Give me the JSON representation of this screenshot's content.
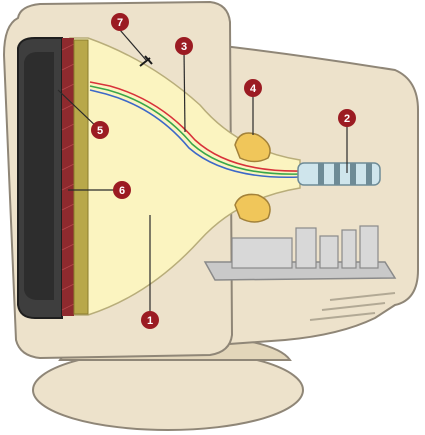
{
  "callouts": [
    {
      "label": "1",
      "part": "vacuum-tube"
    },
    {
      "label": "2",
      "part": "electron-guns"
    },
    {
      "label": "3",
      "part": "electron-beams"
    },
    {
      "label": "4",
      "part": "deflection-coils"
    },
    {
      "label": "5",
      "part": "shadow-mask"
    },
    {
      "label": "6",
      "part": "phosphor-coating"
    },
    {
      "label": "7",
      "part": "anode-connection"
    }
  ],
  "colors": {
    "casing": "#ede2cb",
    "casing_outline": "#8f8677",
    "tube": "#fbf4c0",
    "screen": "#3e3e3e",
    "phosphor": "#8e2a2e",
    "coil": "#f0c65a",
    "callout": "#9b1b22",
    "beam_red": "#d8323a",
    "beam_green": "#3aa64a",
    "beam_blue": "#3c68c8",
    "board": "#c9c9c9"
  }
}
